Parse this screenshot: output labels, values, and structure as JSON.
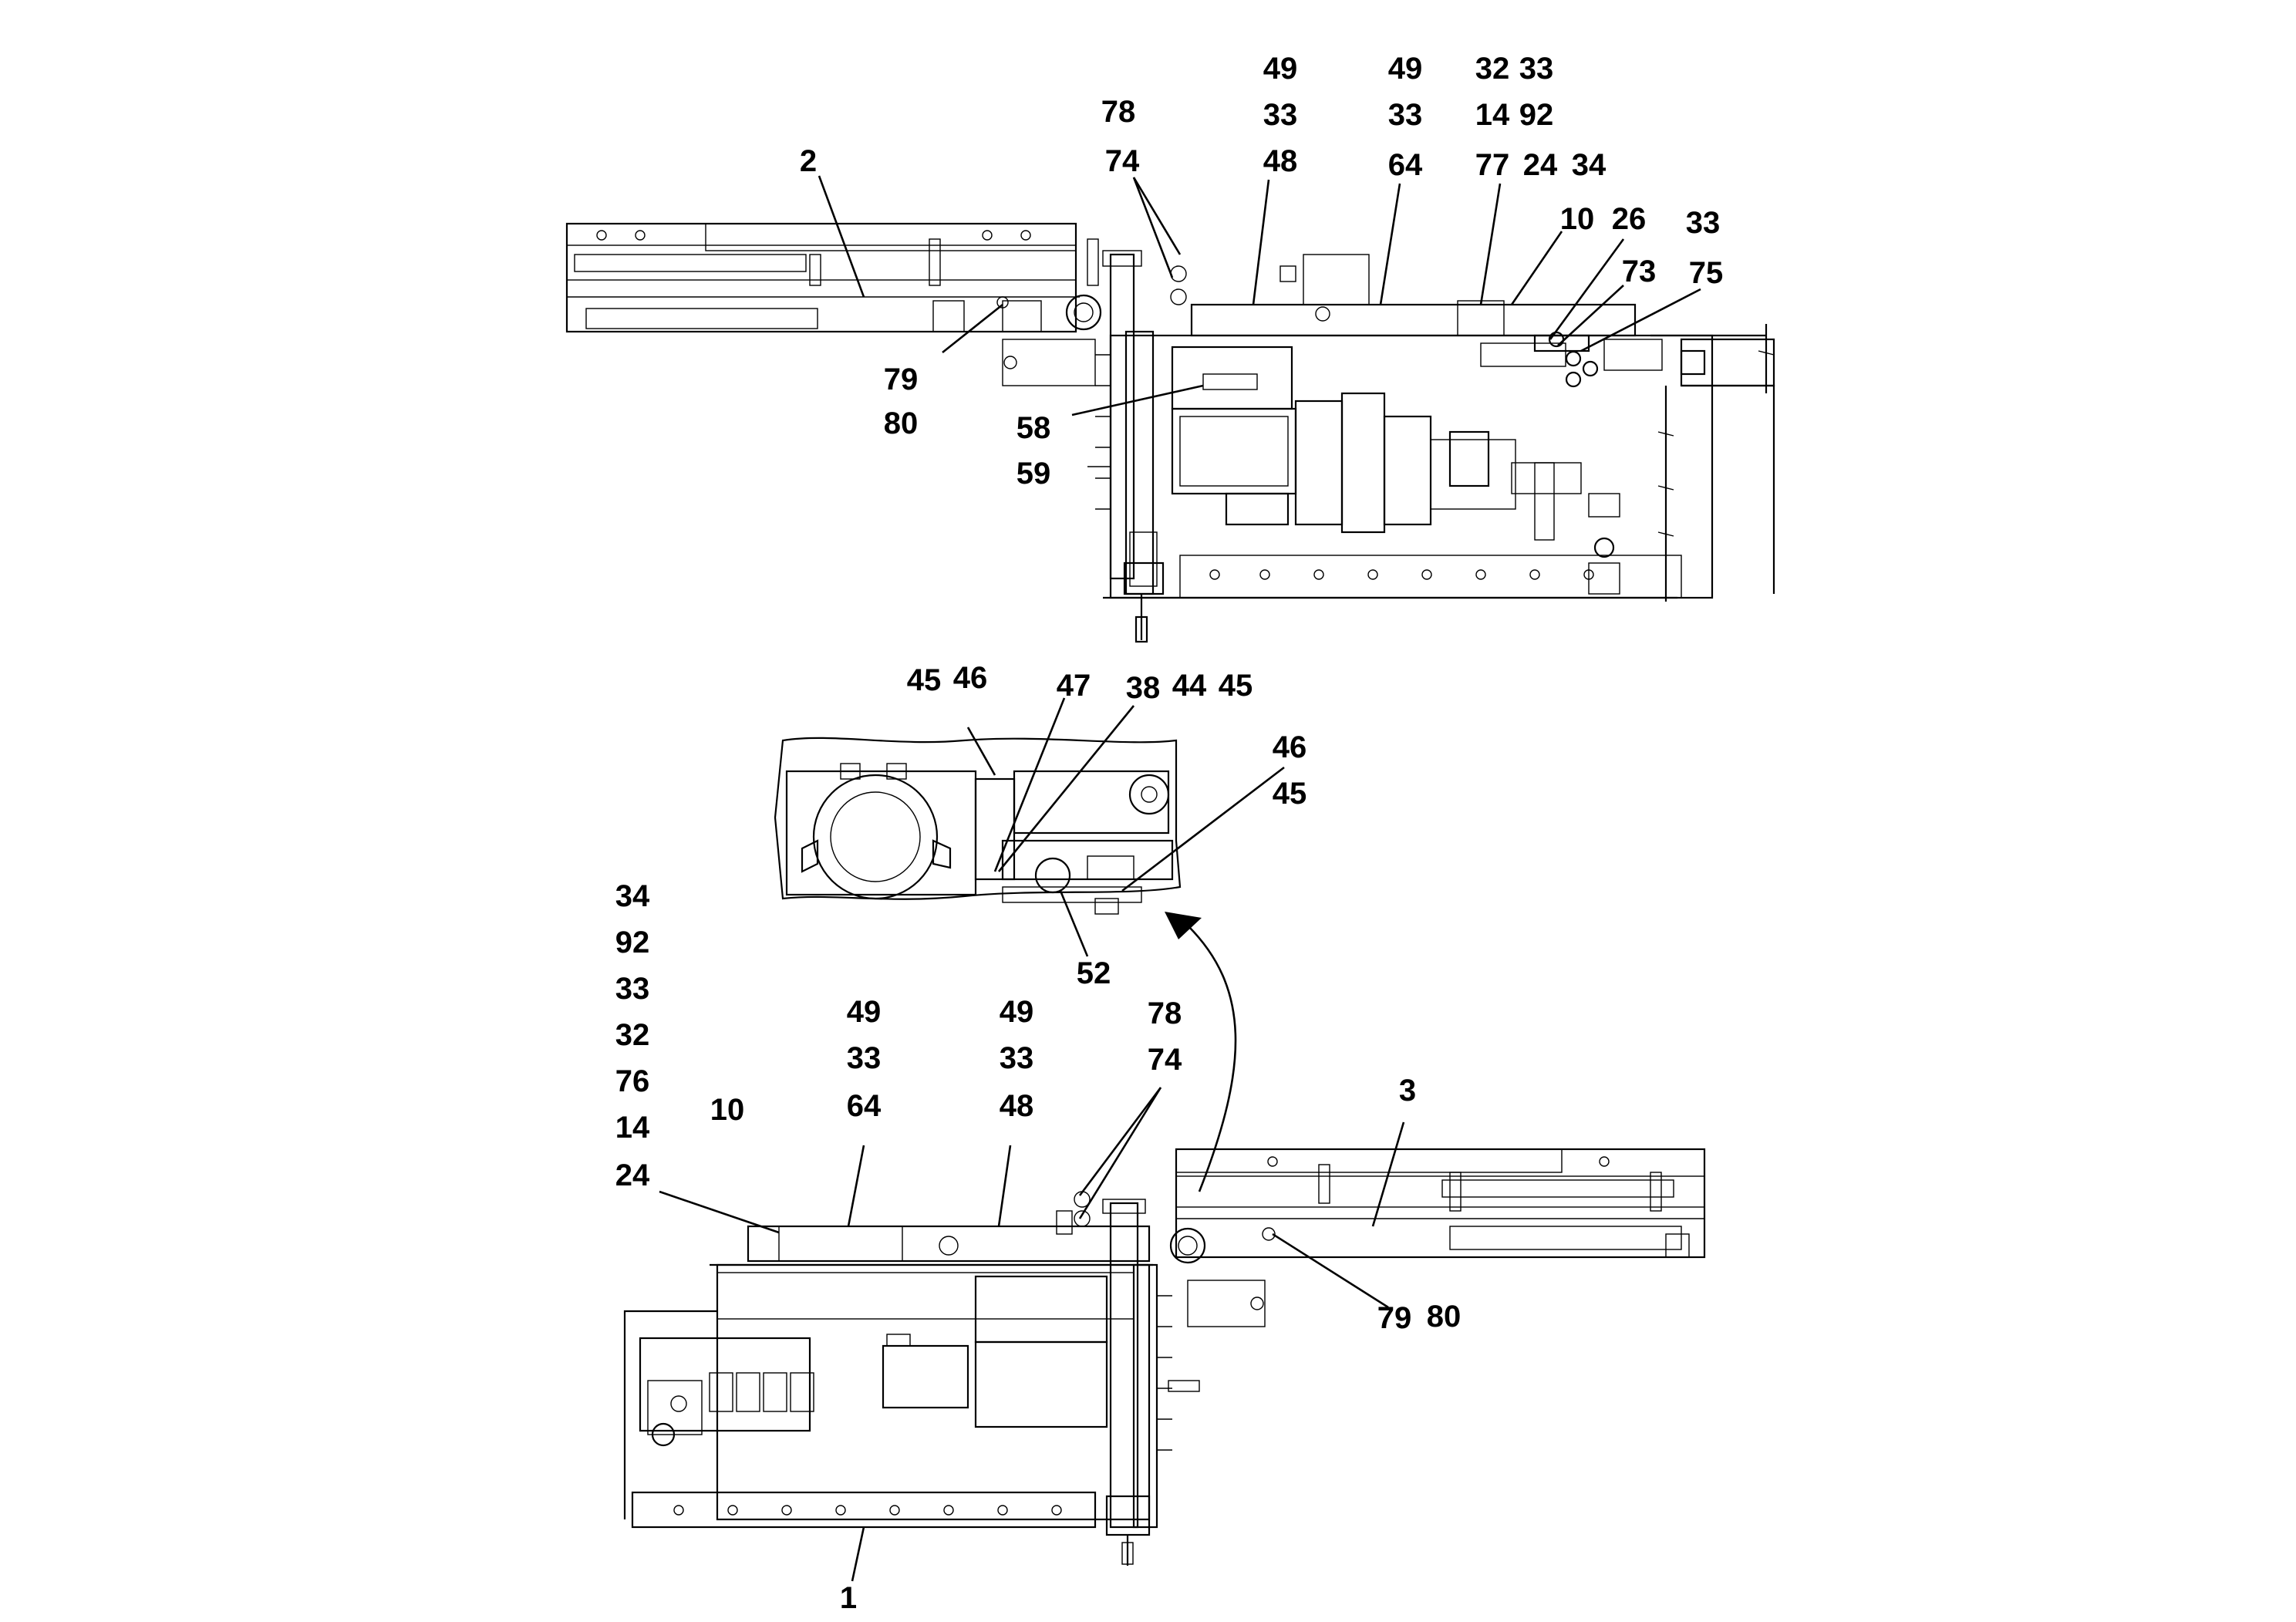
{
  "callouts": {
    "top": {
      "c49a": "49",
      "c49b": "49",
      "c32": "32",
      "c33a": "33",
      "c78": "78",
      "c33b": "33",
      "c33c": "33",
      "c14": "14",
      "c92": "92",
      "c2": "2",
      "c74": "74",
      "c48": "48",
      "c64": "64",
      "c77": "77",
      "c24": "24",
      "c34": "34",
      "c10": "10",
      "c26": "26",
      "c33d": "33",
      "c73": "73",
      "c75": "75",
      "c79": "79",
      "c80": "80",
      "c58": "58",
      "c59": "59"
    },
    "detail": {
      "c45a": "45",
      "c46a": "46",
      "c47": "47",
      "c38": "38",
      "c44": "44",
      "c45b": "45",
      "c46b": "46",
      "c45c": "45",
      "c52": "52"
    },
    "bottom": {
      "c34": "34",
      "c92": "92",
      "c33a": "33",
      "c32": "32",
      "c76": "76",
      "c14": "14",
      "c24": "24",
      "c10": "10",
      "c49a": "49",
      "c33b": "33",
      "c64": "64",
      "c49b": "49",
      "c33c": "33",
      "c48": "48",
      "c78": "78",
      "c74": "74",
      "c3": "3",
      "c79": "79",
      "c80": "80",
      "c1": "1"
    }
  }
}
